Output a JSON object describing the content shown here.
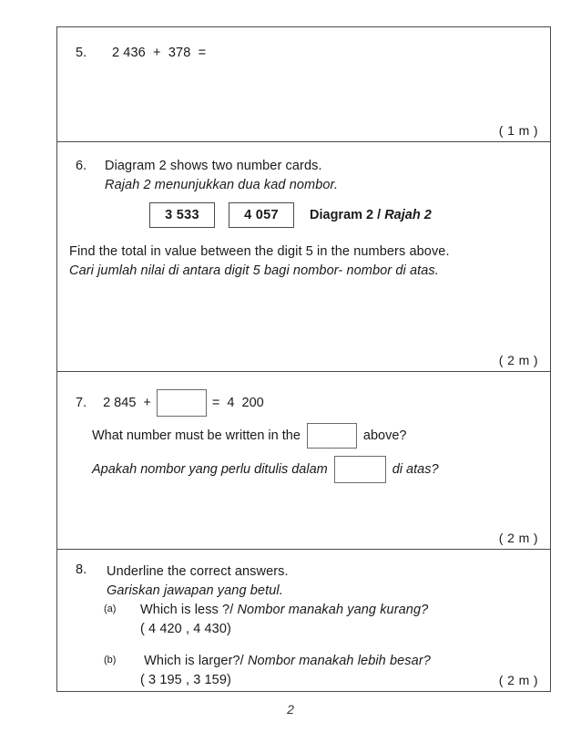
{
  "document": {
    "page_number": "2",
    "ink_color": "#1a1a1a",
    "border_color": "#4a4a4a"
  },
  "questions": [
    {
      "number": "5.",
      "equation": "2 436  +  378  =",
      "marks": "( 1 m )"
    },
    {
      "number": "6.",
      "stem_en": "Diagram 2 shows two number cards.",
      "stem_ms": "Rajah 2 menunjukkan dua kad nombor.",
      "card_1": "3 533",
      "card_2": "4 057",
      "diagram_label": "Diagram 2 / Rajah 2",
      "prompt_en": "Find the total in value between the digit 5 in the numbers above.",
      "prompt_ms": "Cari jumlah nilai di antara digit 5 bagi nombor- nombor di atas.",
      "marks": "( 2 m )"
    },
    {
      "number": "7.",
      "eq_left": "2 845  +",
      "eq_right": "=  4  200",
      "line_en_before": "What number must be written in the",
      "line_en_after": "above?",
      "line_ms_before": "Apakah nombor yang perlu ditulis dalam",
      "line_ms_after": "di atas?",
      "answer_box_value": "",
      "marks": "( 2 m )"
    },
    {
      "number": "8.",
      "stem_en": "Underline the correct answers.",
      "stem_ms": "Gariskan jawapan yang betul.",
      "parts": [
        {
          "label": "(a)",
          "question": "Which is less ?/ Nombor manakah yang kurang?",
          "options": "( 4 420 , 4 430)"
        },
        {
          "label": "(b)",
          "question": " Which is larger?/ Nombor manakah lebih besar?",
          "options": "( 3 195 , 3 159)"
        }
      ],
      "marks": "( 2 m )"
    }
  ]
}
